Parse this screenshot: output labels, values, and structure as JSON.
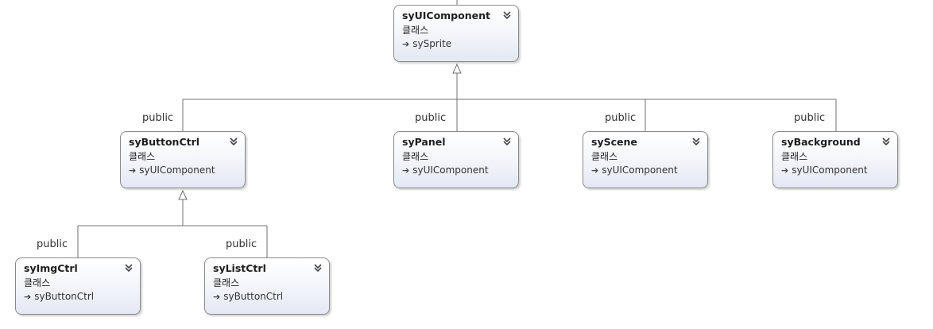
{
  "diagram": {
    "classes": [
      {
        "id": "syUIComponent",
        "name": "syUIComponent",
        "kind": "클래스",
        "base": "sySprite"
      },
      {
        "id": "syButtonCtrl",
        "name": "syButtonCtrl",
        "kind": "클래스",
        "base": "syUIComponent"
      },
      {
        "id": "syPanel",
        "name": "syPanel",
        "kind": "클래스",
        "base": "syUIComponent"
      },
      {
        "id": "syScene",
        "name": "syScene",
        "kind": "클래스",
        "base": "syUIComponent"
      },
      {
        "id": "syBackground",
        "name": "syBackground",
        "kind": "클래스",
        "base": "syUIComponent"
      },
      {
        "id": "syImgCtrl",
        "name": "syImgCtrl",
        "kind": "클래스",
        "base": "syButtonCtrl"
      },
      {
        "id": "syListCtrl",
        "name": "syListCtrl",
        "kind": "클래스",
        "base": "syButtonCtrl"
      }
    ],
    "edge_labels": [
      {
        "id": "syButtonCtrl",
        "text": "public"
      },
      {
        "id": "syPanel",
        "text": "public"
      },
      {
        "id": "syScene",
        "text": "public"
      },
      {
        "id": "syBackground",
        "text": "public"
      },
      {
        "id": "syImgCtrl",
        "text": "public"
      },
      {
        "id": "syListCtrl",
        "text": "public"
      }
    ],
    "colors": {
      "line": "#707070",
      "box_border": "#8a8a8a",
      "box_gradient_bottom": "#e4e8f4",
      "text": "#1e1e1e"
    },
    "icons": {
      "collapse": "double-chevron-down-icon",
      "inherit": "arrow-right-icon",
      "inheritance_marker": "hollow-triangle-arrowhead"
    }
  }
}
